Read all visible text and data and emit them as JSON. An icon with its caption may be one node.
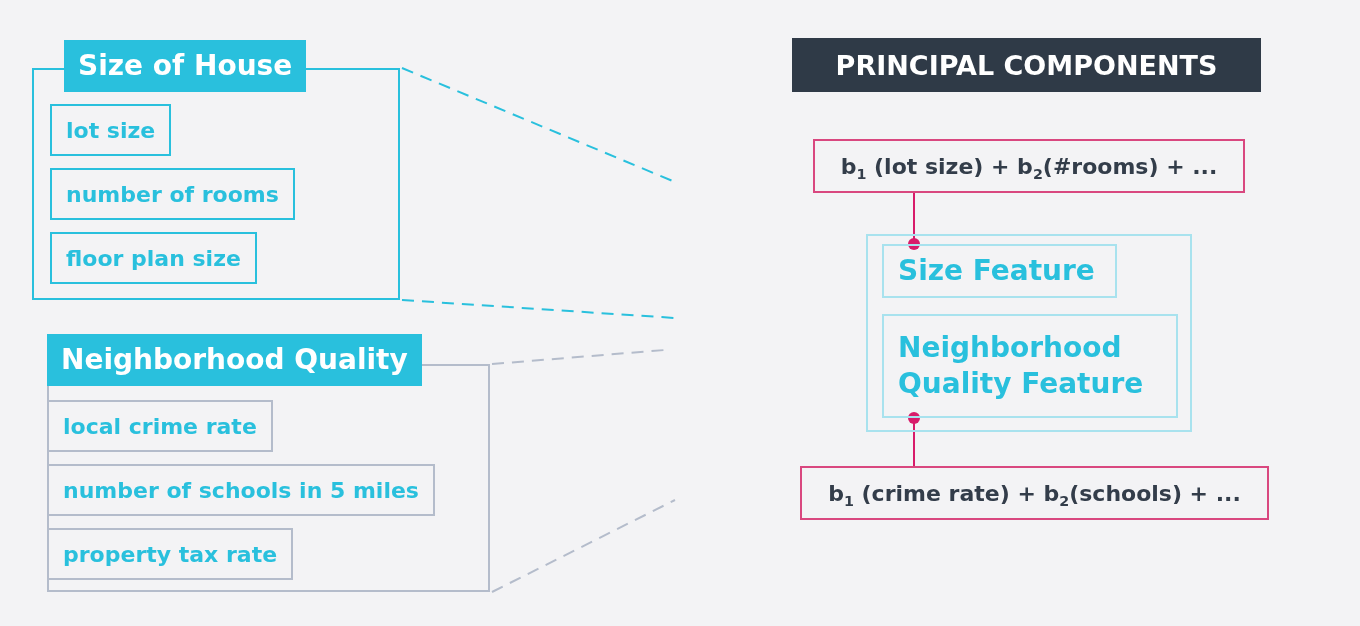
{
  "diagram": {
    "title": "PRINCIPAL COMPONENTS",
    "nodes": [
      {
        "text": [
          "Size of House"
        ]
      },
      {
        "text": [
          "lot size"
        ],
        "in": 0
      },
      {
        "text": [
          "number of rooms"
        ],
        "in": 0
      },
      {
        "text": [
          "floor plan size"
        ],
        "in": 0
      },
      {
        "text": [
          "Neighborhood Quality"
        ]
      },
      {
        "text": [
          "local crime rate"
        ],
        "in": 4
      },
      {
        "text": [
          "number of schools in 5 miles"
        ],
        "in": 4
      },
      {
        "text": [
          "property tax rate"
        ],
        "in": 4
      },
      {
        "text": [
          "b$_{1}$ (lot size) + b$_{2}$(#rooms) + ..."
        ]
      },
      {
        "text": [],
        "shape": "box"
      },
      {
        "text": [
          "Size Feature"
        ],
        "in": 9
      },
      {
        "text": [
          "Neighborhood Quality Feature"
        ],
        "in": 9
      },
      {
        "text": [
          "b$_{1}$ (crime rate) + b$_{2}$(schools) + ..."
        ]
      }
    ],
    "edges": [
      {
        "from": 8,
        "to": 10,
        "arrow": "other"
      },
      {
        "from": 12,
        "to": 11,
        "arrow": "other"
      },
      {
        "from": 0,
        "to": null,
        "arrow": "none",
        "style": "dashed",
        "color": "#29c0dd"
      },
      {
        "from": 0,
        "to": null,
        "arrow": "none",
        "style": "dashed",
        "color": "#29c0dd"
      },
      {
        "from": 4,
        "to": null,
        "arrow": "none",
        "style": "dashed",
        "color": "#b4bccb"
      },
      {
        "from": 4,
        "to": null,
        "arrow": "none",
        "style": "dashed",
        "color": "#b4bccb"
      }
    ]
  }
}
